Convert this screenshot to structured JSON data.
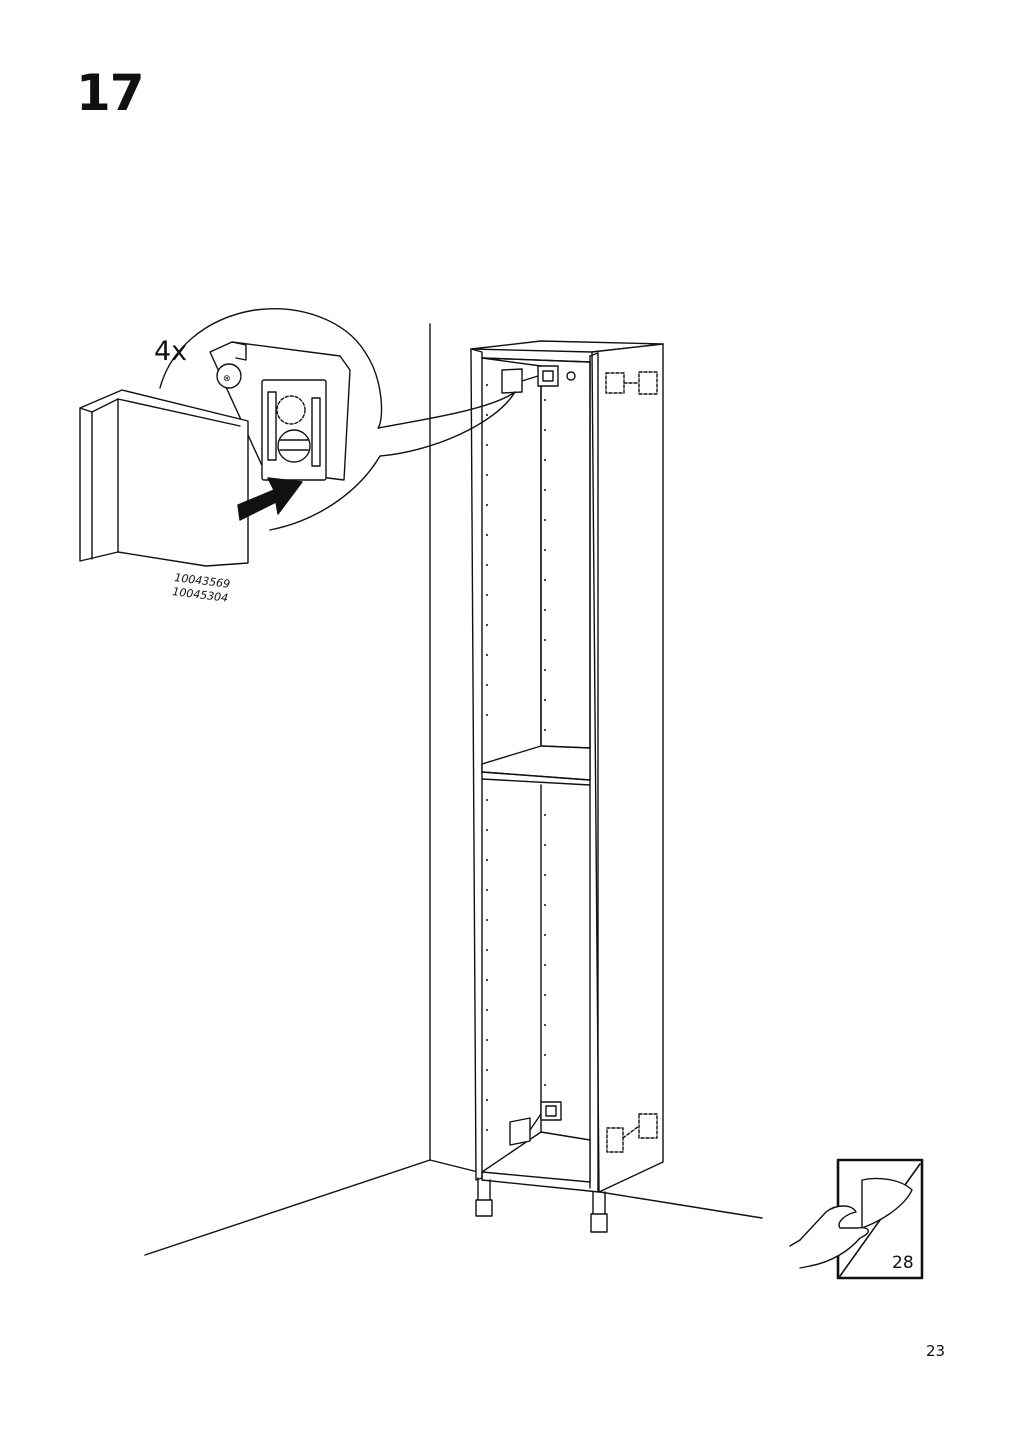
{
  "step": {
    "number": "17"
  },
  "detail": {
    "quantity": "4x",
    "part_numbers": [
      "10043569",
      "10045304"
    ]
  },
  "page_turn": {
    "target_page": "28"
  },
  "footer": {
    "page_number": "23"
  },
  "icons": {
    "arrow": "push-arrow-icon",
    "page_turn": "page-turn-icon",
    "bracket": "wall-bracket-icon"
  }
}
